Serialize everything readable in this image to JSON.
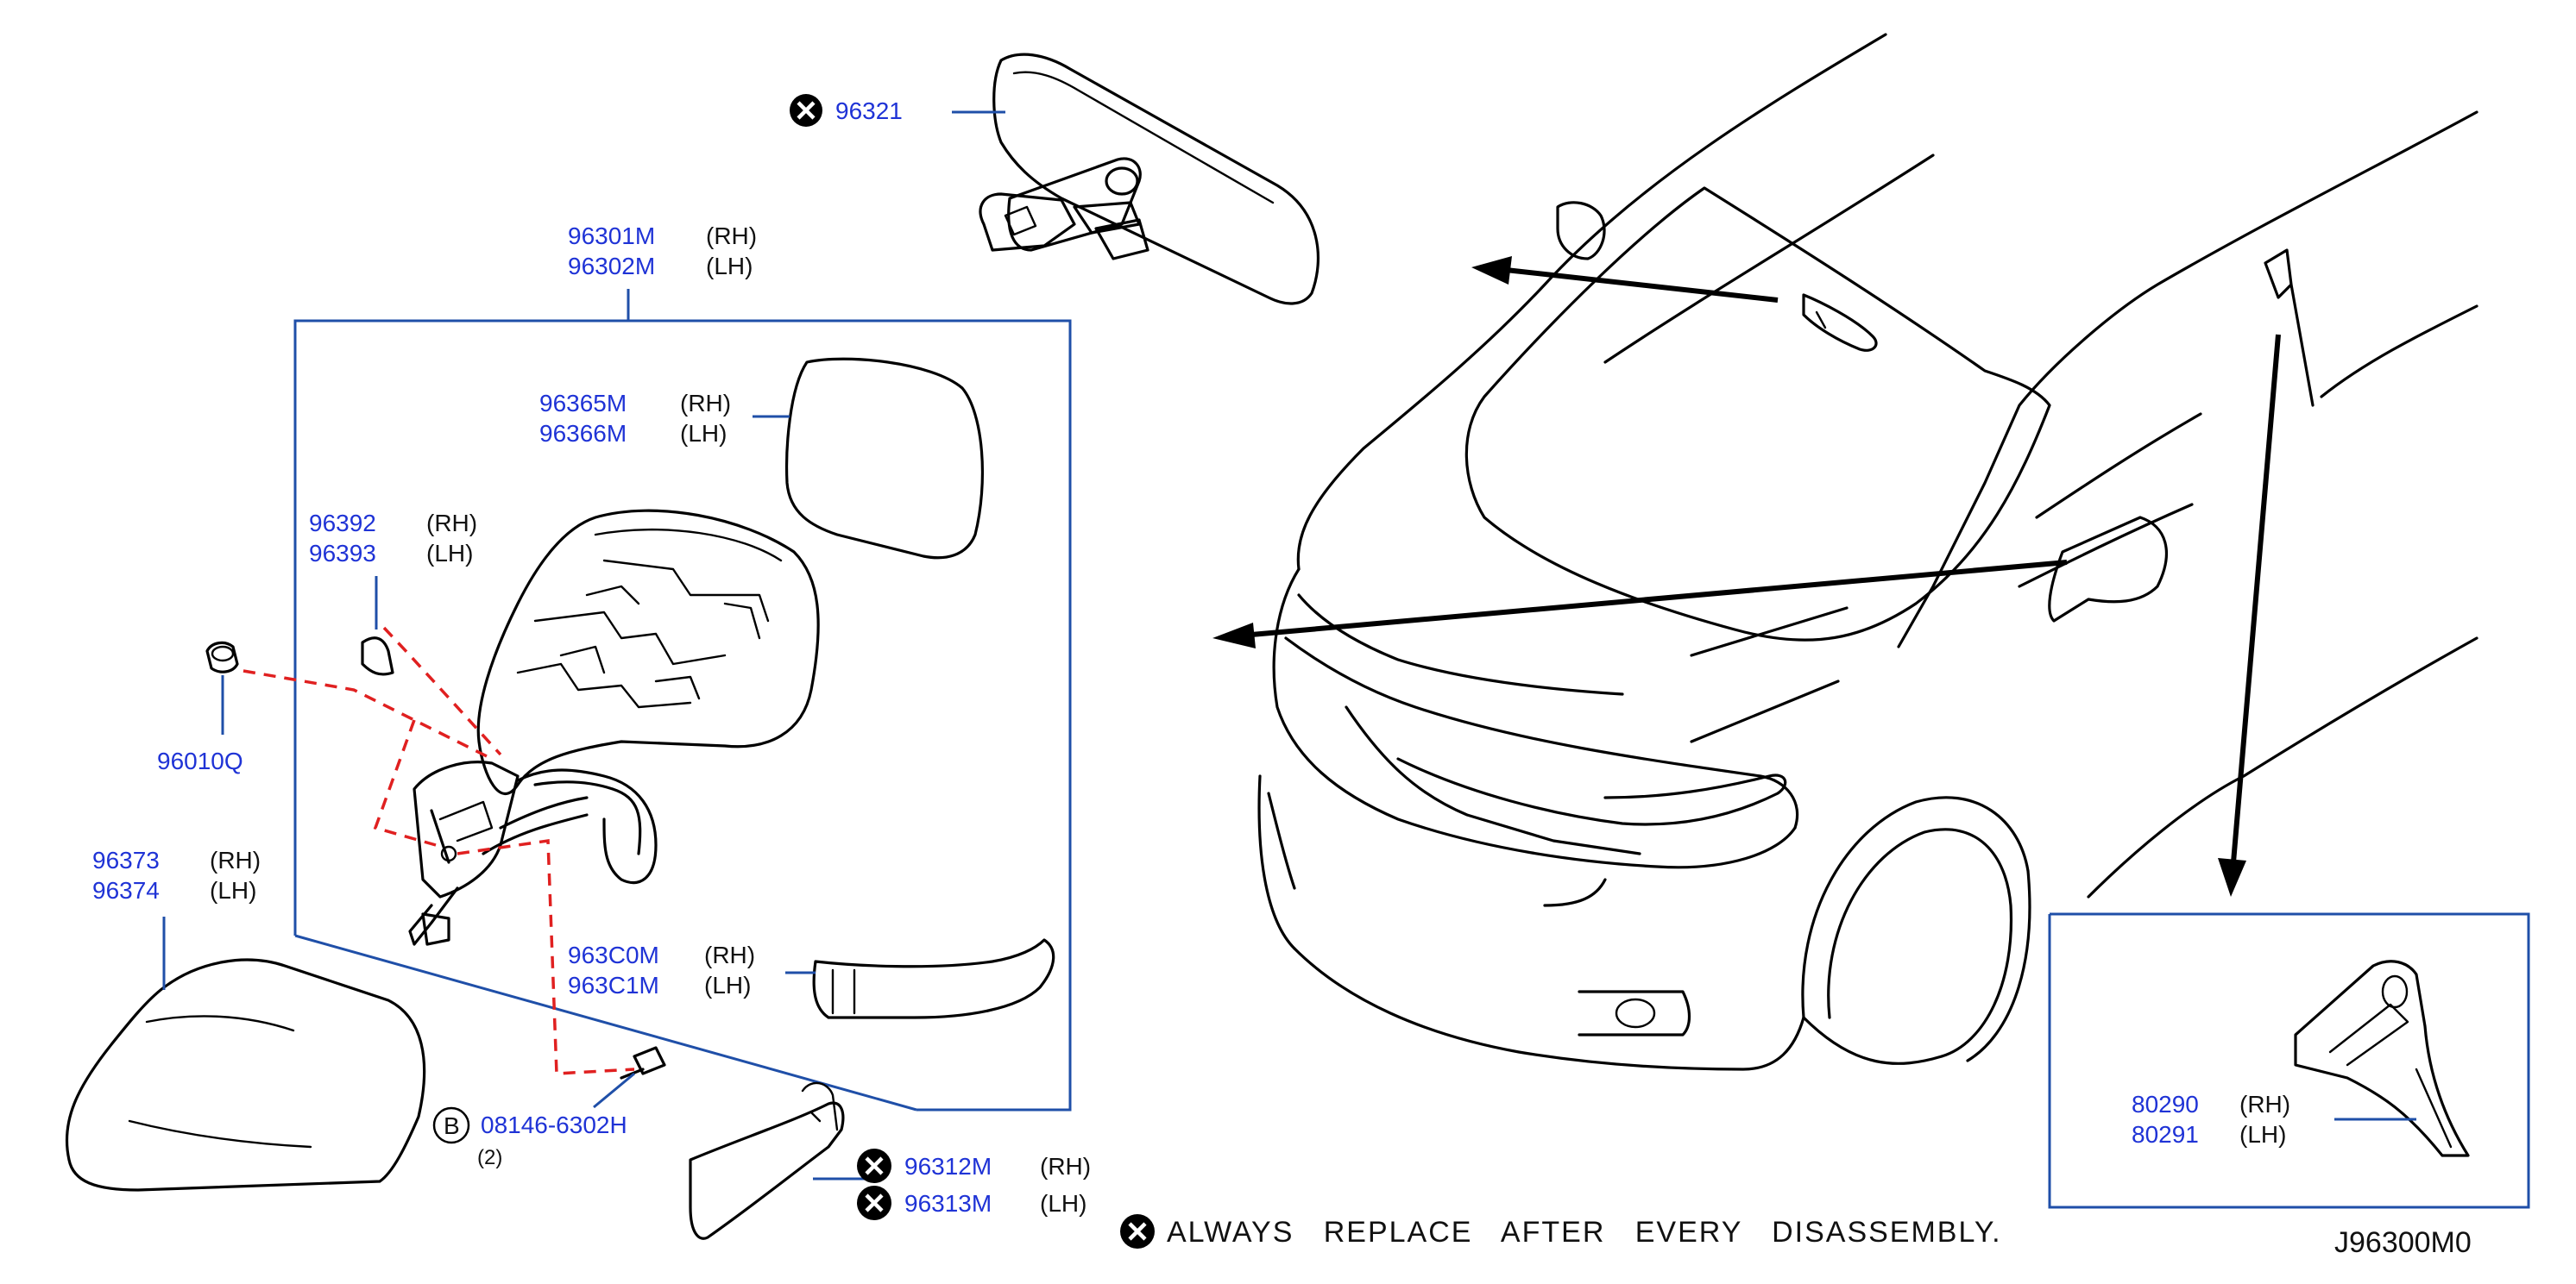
{
  "colors": {
    "part_number": "#1f33d6",
    "leader": "#1f4fa8",
    "dash": "#e02020",
    "ink": "#000000"
  },
  "parts": {
    "p96321": {
      "number": "96321",
      "replace_icon": "x-circle-icon"
    },
    "p96301": {
      "number": "96301M",
      "side": "(RH)"
    },
    "p96302": {
      "number": "96302M",
      "side": "(LH)"
    },
    "p96365": {
      "number": "96365M",
      "side": "(RH)"
    },
    "p96366": {
      "number": "96366M",
      "side": "(LH)"
    },
    "p96392": {
      "number": "96392",
      "side": "(RH)"
    },
    "p96393": {
      "number": "96393",
      "side": "(LH)"
    },
    "p96010": {
      "number": "96010Q"
    },
    "p96373": {
      "number": "96373",
      "side": "(RH)"
    },
    "p96374": {
      "number": "96374",
      "side": "(LH)"
    },
    "p963c0": {
      "number": "963C0M",
      "side": "(RH)"
    },
    "p963c1": {
      "number": "963C1M",
      "side": "(LH)"
    },
    "p08146": {
      "number": "08146-6302H",
      "qty": "(2)",
      "bolt_icon_letter": "B"
    },
    "p96312": {
      "number": "96312M",
      "side": "(RH)",
      "replace_icon": "x-circle-icon"
    },
    "p96313": {
      "number": "96313M",
      "side": "(LH)",
      "replace_icon": "x-circle-icon"
    },
    "p80290": {
      "number": "80290",
      "side": "(RH)"
    },
    "p80291": {
      "number": "80291",
      "side": "(LH)"
    }
  },
  "legend": {
    "icon": "x-circle-icon",
    "text": "ALWAYS   REPLACE   AFTER   EVERY   DISASSEMBLY."
  },
  "diagram_code": "J96300M0"
}
